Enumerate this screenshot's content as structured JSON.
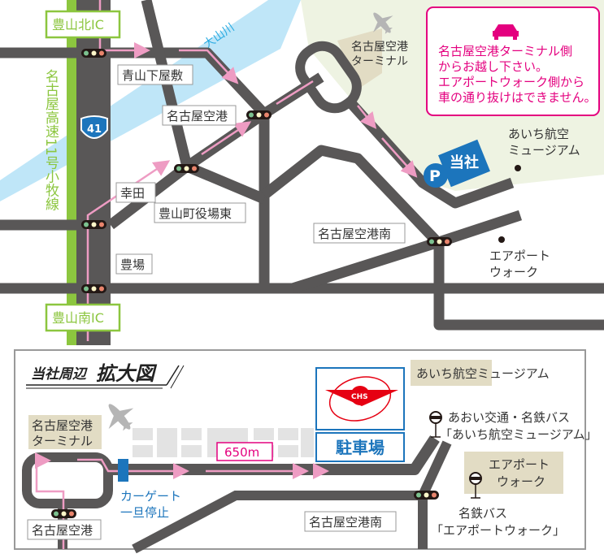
{
  "top_map": {
    "interchanges": {
      "north": "豊山北IC",
      "south": "豊山南IC"
    },
    "expressway_label": "名古屋高速11号小牧線",
    "route_shield": "41",
    "river": "大山川",
    "intersections": [
      {
        "name": "青山下屋敷"
      },
      {
        "name": "名古屋空港"
      },
      {
        "name": "幸田"
      },
      {
        "name": "豊山町役場東"
      },
      {
        "name": "豊場"
      },
      {
        "name": "名古屋空港南"
      }
    ],
    "landmarks": {
      "terminal_line1": "名古屋空港",
      "terminal_line2": "ターミナル",
      "museum_line1": "あいち航空",
      "museum_line2": "ミュージアム",
      "airport_walk_line1": "エアポート",
      "airport_walk_line2": "ウォーク"
    },
    "company_marker": "当社",
    "parking_marker": "P",
    "notice": {
      "icon": "car-icon",
      "lines": [
        "名古屋空港ターミナル側",
        "からお越し下さい。",
        "エアポートウォーク側から",
        "車の通り抜けはできません。"
      ]
    }
  },
  "detail_map": {
    "title_small": "当社周辺",
    "title_large": "拡大図",
    "terminal_line1": "名古屋空港",
    "terminal_line2": "ターミナル",
    "gate_line1": "カーゲート",
    "gate_line2": "一旦停止",
    "distance": "650m",
    "logo_text": "CHS",
    "parking_label": "駐車場",
    "museum": "あいち航空ミュージアム",
    "bus_stop_museum_line1": "あおい交通・名鉄バス",
    "bus_stop_museum_line2": "「あいち航空ミュージアム」",
    "airport_walk_line1": "エアポート",
    "airport_walk_line2": "ウォーク",
    "bus_stop_walk_line1": "名鉄バス",
    "bus_stop_walk_line2": "「エアポートウォーク」",
    "intersection_airport": "名古屋空港",
    "intersection_airport_south": "名古屋空港南"
  },
  "colors": {
    "road": "#595757",
    "route": "#ee9cc3",
    "expressway": "#8cc63f",
    "river": "#bfe6f8",
    "airport_area": "#eef3e2",
    "notice": "#e4007f",
    "company": "#1c75bc",
    "landmark_bg": "#ded7c1"
  }
}
